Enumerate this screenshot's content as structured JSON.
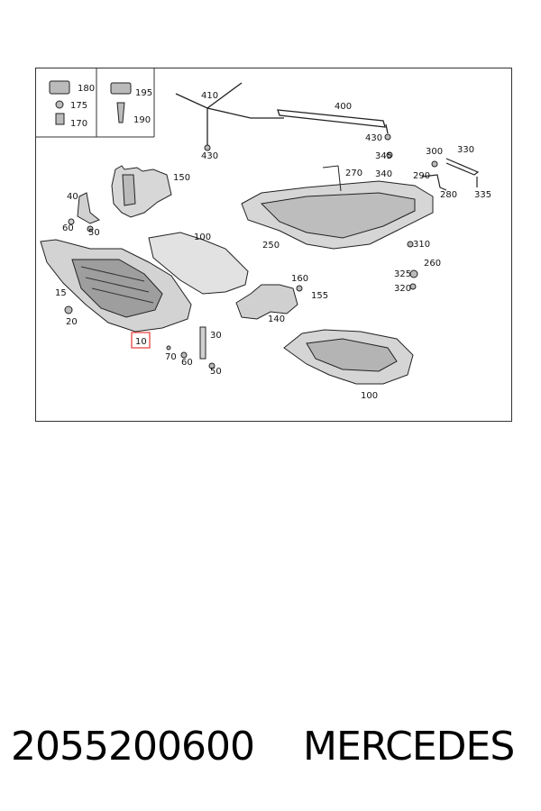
{
  "diagram": {
    "callouts": [
      {
        "id": "c180",
        "text": "180"
      },
      {
        "id": "c175",
        "text": "175"
      },
      {
        "id": "c170",
        "text": "170"
      },
      {
        "id": "c195",
        "text": "195"
      },
      {
        "id": "c190",
        "text": "190"
      },
      {
        "id": "c410",
        "text": "410"
      },
      {
        "id": "c430a",
        "text": "430"
      },
      {
        "id": "c400",
        "text": "400"
      },
      {
        "id": "c430b",
        "text": "430"
      },
      {
        "id": "c150",
        "text": "150"
      },
      {
        "id": "c40",
        "text": "40"
      },
      {
        "id": "c60a",
        "text": "60"
      },
      {
        "id": "c50a",
        "text": "50"
      },
      {
        "id": "c100a",
        "text": "100"
      },
      {
        "id": "c270",
        "text": "270"
      },
      {
        "id": "c345",
        "text": "345"
      },
      {
        "id": "c340",
        "text": "340"
      },
      {
        "id": "c300",
        "text": "300"
      },
      {
        "id": "c330",
        "text": "330"
      },
      {
        "id": "c290",
        "text": "290"
      },
      {
        "id": "c280",
        "text": "280"
      },
      {
        "id": "c335",
        "text": "335"
      },
      {
        "id": "c250",
        "text": "250"
      },
      {
        "id": "c310",
        "text": "310"
      },
      {
        "id": "c260",
        "text": "260"
      },
      {
        "id": "c325",
        "text": "325"
      },
      {
        "id": "c320",
        "text": "320"
      },
      {
        "id": "c160",
        "text": "160"
      },
      {
        "id": "c155",
        "text": "155"
      },
      {
        "id": "c140",
        "text": "140"
      },
      {
        "id": "c15",
        "text": "15"
      },
      {
        "id": "c20",
        "text": "20"
      },
      {
        "id": "c10",
        "text": "10"
      },
      {
        "id": "c30",
        "text": "30"
      },
      {
        "id": "c70",
        "text": "70"
      },
      {
        "id": "c60b",
        "text": "60"
      },
      {
        "id": "c50b",
        "text": "50"
      },
      {
        "id": "c100b",
        "text": "100"
      }
    ],
    "highlight_color": "#e53935",
    "line_color": "#222222"
  },
  "footer": {
    "part_number": "2055200600",
    "brand": "MERCEDES"
  }
}
